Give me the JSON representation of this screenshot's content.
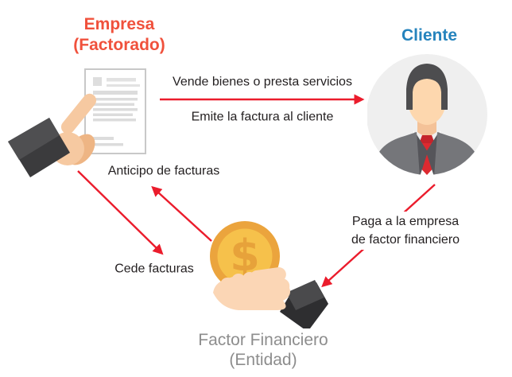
{
  "nodes": {
    "empresa": {
      "line1": "Empresa",
      "line2": "(Factorado)",
      "color": "#f0513c",
      "icon": "hand-holding-invoice-icon"
    },
    "cliente": {
      "label": "Cliente",
      "color": "#2583bd",
      "icon": "businessman-avatar-icon"
    },
    "factor": {
      "line1": "Factor Financiero",
      "line2": "(Entidad)",
      "color": "#8d8d8d",
      "icon": "hand-holding-coin-icon"
    }
  },
  "edges": {
    "vende": "Vende bienes o presta servicios",
    "emite": "Emite la factura al cliente",
    "anticipo": "Anticipo de facturas",
    "cede": "Cede facturas",
    "paga_line1": "Paga a la empresa",
    "paga_line2": "de factor financiero"
  },
  "colors": {
    "arrow_red": "#eb1c2c",
    "label_black": "#231f20",
    "coin_outer": "#eba43d",
    "coin_inner": "#f6c14b",
    "suit_gray": "#75767a",
    "skin": "#f6c9a1"
  },
  "icons": [
    "hand-holding-invoice-icon",
    "businessman-avatar-icon",
    "hand-holding-coin-icon"
  ]
}
